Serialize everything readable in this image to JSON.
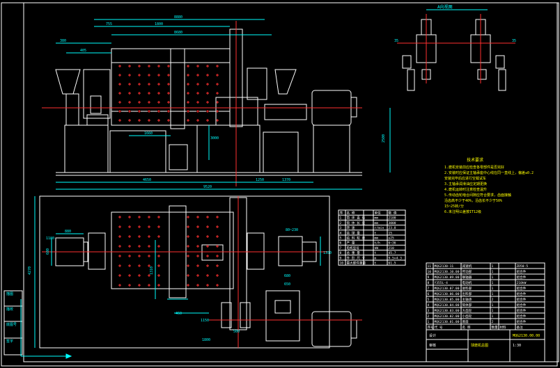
{
  "drawing": {
    "background": "#000000",
    "colors": {
      "outline": "#ffffff",
      "center_line": "#ff3030",
      "dimension": "#00ffff",
      "notes": "#ffff00",
      "table_text": "#ffffff"
    }
  },
  "elevation_dims": {
    "top_overall": "8880",
    "top_a": "755",
    "top_b": "1800",
    "top_c": "8680",
    "top_left_1": "380",
    "top_left_2": "405",
    "bottom_1": "4650",
    "bottom_2": "1250",
    "bottom_3": "1370",
    "bottom_overall": "9520",
    "mid_1": "1660",
    "mid_2": "3000",
    "right_height": "2500"
  },
  "plan_dims": {
    "left_height": "4270",
    "motor_w": "880",
    "motor_h": "680",
    "flange": "1180",
    "right_1": "80~230",
    "right_2": "1350",
    "right_3": "680",
    "right_4": "650",
    "bottom_1": "460",
    "bottom_2": "1150",
    "bottom_3": "500",
    "bottom_4": "1800",
    "body_h": "1310"
  },
  "detail": {
    "title": "A向视图",
    "dim_left": "35",
    "dim_right": "35"
  },
  "notes": {
    "title": "技术要求",
    "lines": [
      "1.磨机安装前应检查各零部件是否完好",
      "2.安装时应保证主轴承座中心线在同一直线上，偏差≤0.2",
      "   安装完毕后应进行空载试车",
      "3.主轴承润滑油应定期更换",
      "4.磨机运转时注意检查温升",
      "5.传动齿轮啮合间隙应符合要求，齿面接触",
      "   沿齿高不少于40%，沿齿长不少于50%",
      "   15~25转/分",
      "6.未注明公差按IT12级"
    ]
  },
  "param_table": {
    "rows": [
      [
        "序",
        "名 称",
        "",
        "单位",
        "数 值"
      ],
      [
        "1",
        "筒 体 直 径",
        "",
        "mm",
        "2100"
      ],
      [
        "2",
        "筒 体 长 度",
        "",
        "mm",
        "3000"
      ],
      [
        "3",
        "转 速",
        "",
        "r/min",
        "23.8"
      ],
      [
        "4",
        "装 球 量",
        "",
        "t",
        "15"
      ],
      [
        "5",
        "给 料 粒 度",
        "",
        "mm",
        "≤25"
      ],
      [
        "6",
        "产 量",
        "",
        "t/h",
        "6~36"
      ],
      [
        "7",
        "电机型号",
        "",
        "kW",
        "210"
      ],
      [
        "8",
        "总 重 量",
        "",
        "t",
        "45.7"
      ],
      [
        "9",
        "外 形 尺 寸",
        "",
        "m",
        "9.5×4.3"
      ],
      [
        "10",
        "最大部件重量",
        "",
        "t",
        "61.5"
      ]
    ]
  },
  "title_block": {
    "parts_rows": [
      [
        "11",
        "MQG2130-11",
        "减速机",
        "1",
        "",
        "ZD50-5"
      ],
      [
        "10",
        "MQG2130.10.00",
        "传动部",
        "1",
        "",
        "组合件"
      ],
      [
        "9",
        "MQG2130.09.00",
        "联轴器",
        "1",
        "",
        "组合件"
      ],
      [
        "8",
        "Y355L-4",
        "电动机",
        "1",
        "",
        "210kW"
      ],
      [
        "7",
        "MQG2130.07.00",
        "进料部",
        "1",
        "",
        "组合件"
      ],
      [
        "6",
        "MQG2130.06.00",
        "出料部",
        "1",
        "",
        "组合件"
      ],
      [
        "5",
        "MQG2130.05.00",
        "主轴承",
        "2",
        "",
        "组合件"
      ],
      [
        "4",
        "MQG2130.04.00",
        "筒体部",
        "1",
        "",
        "组合件"
      ],
      [
        "3",
        "MQG2130.03.00",
        "大齿轮",
        "1",
        "",
        "组合件"
      ],
      [
        "2",
        "MQG2130.02.00",
        "小齿轮",
        "1",
        "",
        "组合件"
      ],
      [
        "1",
        "MQG2130.01.00",
        "底座",
        "2",
        "",
        "组合件"
      ]
    ],
    "header": [
      "序号",
      "代 号",
      "名 称",
      "数量",
      "材料",
      "备注"
    ],
    "drawing_no": "MQG2130.00.00",
    "product_name": "球磨机总图",
    "scale": "1:30",
    "label_design": "设计",
    "label_check": "审核"
  },
  "margin_labels": {
    "a": "描图",
    "b": "描校",
    "c": "底图号",
    "d": "签字"
  }
}
